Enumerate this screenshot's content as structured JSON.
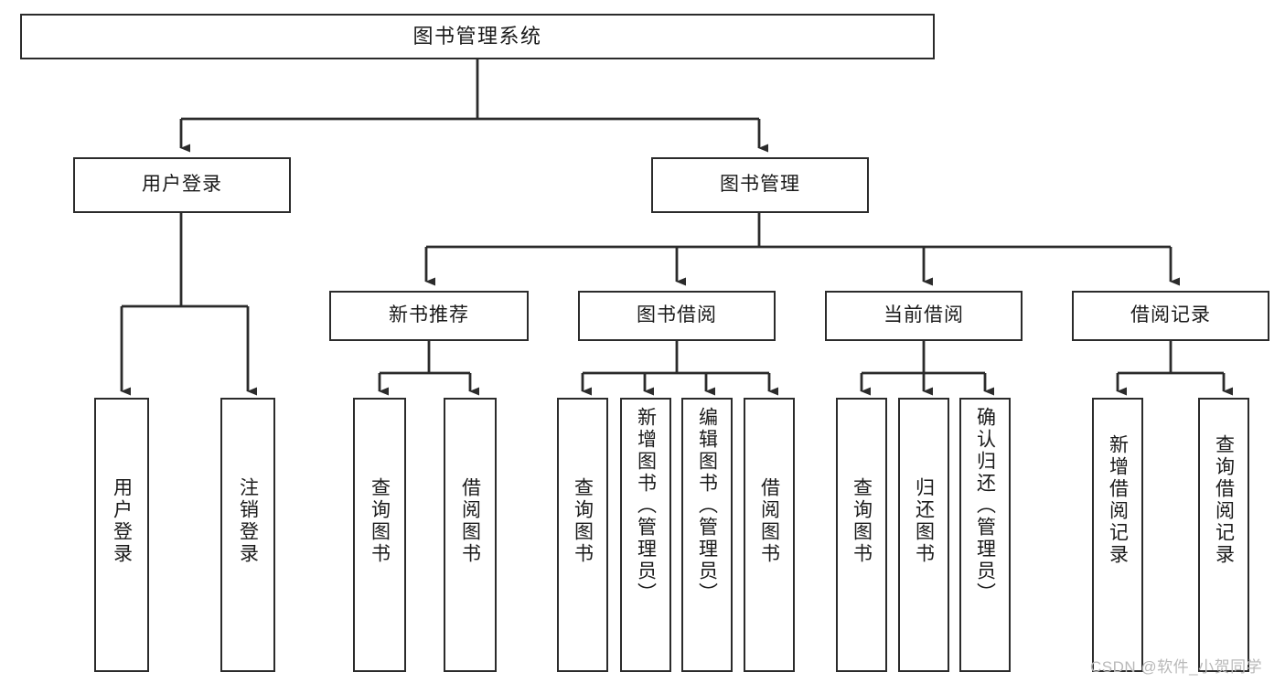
{
  "diagram": {
    "title": "图书管理系统",
    "type": "tree-hierarchy",
    "watermark": "CSDN @软件_小贺同学",
    "colors": {
      "background": "#ffffff",
      "node_border": "#2b2b2b",
      "node_fill": "#ffffff",
      "connector": "#2b2b2b",
      "text": "#1a1a1a",
      "watermark": "#b9b9b9"
    },
    "nodes": {
      "root": {
        "label": "图书管理系统"
      },
      "level1": [
        {
          "id": "user-login",
          "label": "用户登录"
        },
        {
          "id": "book-manage",
          "label": "图书管理"
        }
      ],
      "level2": [
        {
          "id": "new-book-recommend",
          "label": "新书推荐"
        },
        {
          "id": "book-borrow",
          "label": "图书借阅"
        },
        {
          "id": "current-borrow",
          "label": "当前借阅"
        },
        {
          "id": "borrow-record",
          "label": "借阅记录"
        }
      ],
      "leaves": [
        {
          "id": "leaf-user-login",
          "label": "用户登录",
          "parent": "user-login"
        },
        {
          "id": "leaf-user-logout",
          "label": "注销登录",
          "parent": "user-login"
        },
        {
          "id": "leaf-query-book-1",
          "label": "查询图书",
          "parent": "new-book-recommend"
        },
        {
          "id": "leaf-borrow-book-1",
          "label": "借阅图书",
          "parent": "new-book-recommend"
        },
        {
          "id": "leaf-query-book-2",
          "label": "查询图书",
          "parent": "book-borrow"
        },
        {
          "id": "leaf-add-book",
          "label": "新增图书（管理员）",
          "parent": "book-borrow"
        },
        {
          "id": "leaf-edit-book",
          "label": "编辑图书（管理员）",
          "parent": "book-borrow"
        },
        {
          "id": "leaf-borrow-book-2",
          "label": "借阅图书",
          "parent": "book-borrow"
        },
        {
          "id": "leaf-query-book-3",
          "label": "查询图书",
          "parent": "current-borrow"
        },
        {
          "id": "leaf-return-book",
          "label": "归还图书",
          "parent": "current-borrow"
        },
        {
          "id": "leaf-confirm-return",
          "label": "确认归还（管理员）",
          "parent": "current-borrow"
        },
        {
          "id": "leaf-add-record",
          "label": "新增借阅记录",
          "parent": "borrow-record"
        },
        {
          "id": "leaf-query-record",
          "label": "查询借阅记录",
          "parent": "borrow-record"
        }
      ]
    }
  }
}
